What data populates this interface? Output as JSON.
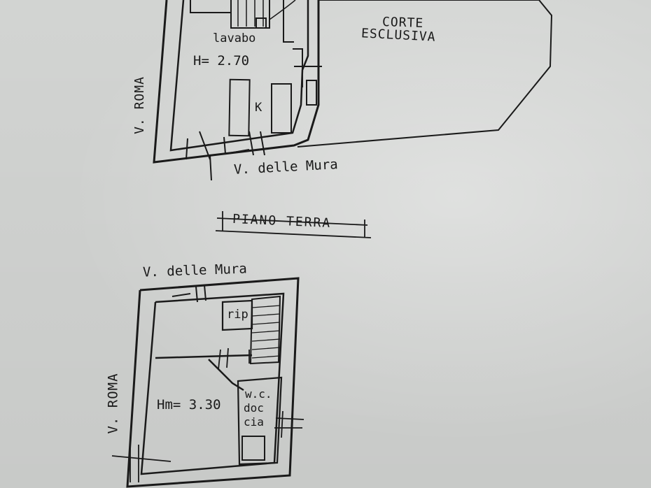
{
  "ground_floor": {
    "title": "PIANO TERRA",
    "labels": {
      "corte_line1": "CORTE",
      "corte_line2": "ESCLUSIVA",
      "lavabo": "lavabo",
      "height": "H= 2.70",
      "kitchen": "K",
      "street_left": "V. ROMA",
      "street_bottom": "V. delle Mura"
    }
  },
  "first_floor": {
    "labels": {
      "street_top": "V. delle Mura",
      "street_left": "V. ROMA",
      "rip": "rip.",
      "height": "Hm= 3.30",
      "wc_line1": "w.c.",
      "wc_line2": "doc",
      "wc_line3": "cia"
    }
  },
  "colors": {
    "paper": "#d9dbd9",
    "ink": "#1a1a1a"
  }
}
